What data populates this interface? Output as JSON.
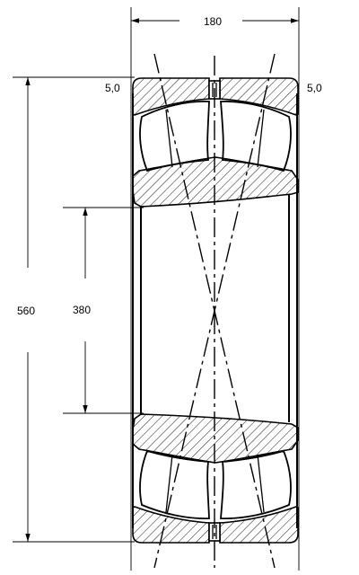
{
  "dimensions": {
    "width_label": "180",
    "outer_diameter_label": "560",
    "bore_diameter_label": "380",
    "chamfer_left_label": "5,0",
    "chamfer_right_label": "5,0"
  }
}
